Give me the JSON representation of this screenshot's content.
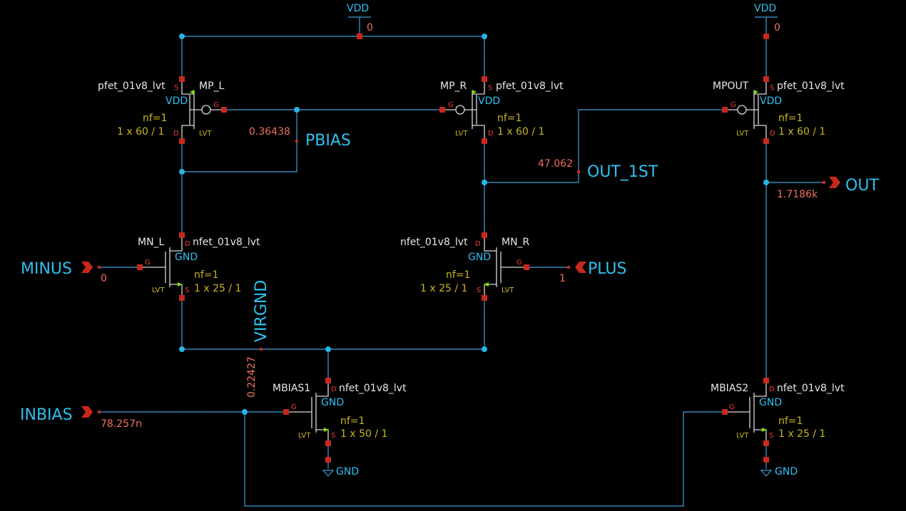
{
  "supplies": {
    "vdd": "VDD",
    "gnd": "GND"
  },
  "vdd_value": "0",
  "transistors": {
    "mp_l": {
      "name": "MP_L",
      "model": "pfet_01v8_lvt",
      "nf": "nf=1",
      "size": "1 x 60 / 1",
      "bulk": "VDD",
      "flavor": "LVT"
    },
    "mp_r": {
      "name": "MP_R",
      "model": "pfet_01v8_lvt",
      "nf": "nf=1",
      "size": "1 x 60 / 1",
      "bulk": "VDD",
      "flavor": "LVT"
    },
    "mpout": {
      "name": "MPOUT",
      "model": "pfet_01v8_lvt",
      "nf": "nf=1",
      "size": "1 x 60 / 1",
      "bulk": "VDD",
      "flavor": "LVT"
    },
    "mn_l": {
      "name": "MN_L",
      "model": "nfet_01v8_lvt",
      "nf": "nf=1",
      "size": "1 x 25 / 1",
      "bulk": "GND",
      "flavor": "LVT"
    },
    "mn_r": {
      "name": "MN_R",
      "model": "nfet_01v8_lvt",
      "nf": "nf=1",
      "size": "1 x 25 / 1",
      "bulk": "GND",
      "flavor": "LVT"
    },
    "mbias1": {
      "name": "MBIAS1",
      "model": "nfet_01v8_lvt",
      "nf": "nf=1",
      "size": "1 x 50 / 1",
      "bulk": "GND",
      "flavor": "LVT"
    },
    "mbias2": {
      "name": "MBIAS2",
      "model": "nfet_01v8_lvt",
      "nf": "nf=1",
      "size": "1 x 25 / 1",
      "bulk": "GND",
      "flavor": "LVT"
    }
  },
  "pin_letters": {
    "s": "S",
    "d": "D",
    "g": "G"
  },
  "nets": {
    "pbias": {
      "label": "PBIAS",
      "value": "0.36438"
    },
    "out_1st": {
      "label": "OUT_1ST",
      "value": "47.062"
    },
    "virgnd": {
      "label": "VIRGND",
      "value": "0.22427"
    }
  },
  "ports": {
    "minus": {
      "label": "MINUS",
      "value": "0"
    },
    "plus": {
      "label": "PLUS",
      "value": "1"
    },
    "out": {
      "label": "OUT",
      "value": "1.7186k"
    },
    "inbias": {
      "label": "INBIAS",
      "value": "78.257n"
    }
  },
  "colors": {
    "background": "#000000",
    "wire": "#3fa0d8",
    "junction": "#27b4ea",
    "pin": "#c8281c",
    "net_label": "#2fc0f0",
    "value_annotation": "#f07060",
    "param_text": "#c8b820",
    "device_body": "#d8d8d8",
    "arrow": "#7fe000"
  }
}
